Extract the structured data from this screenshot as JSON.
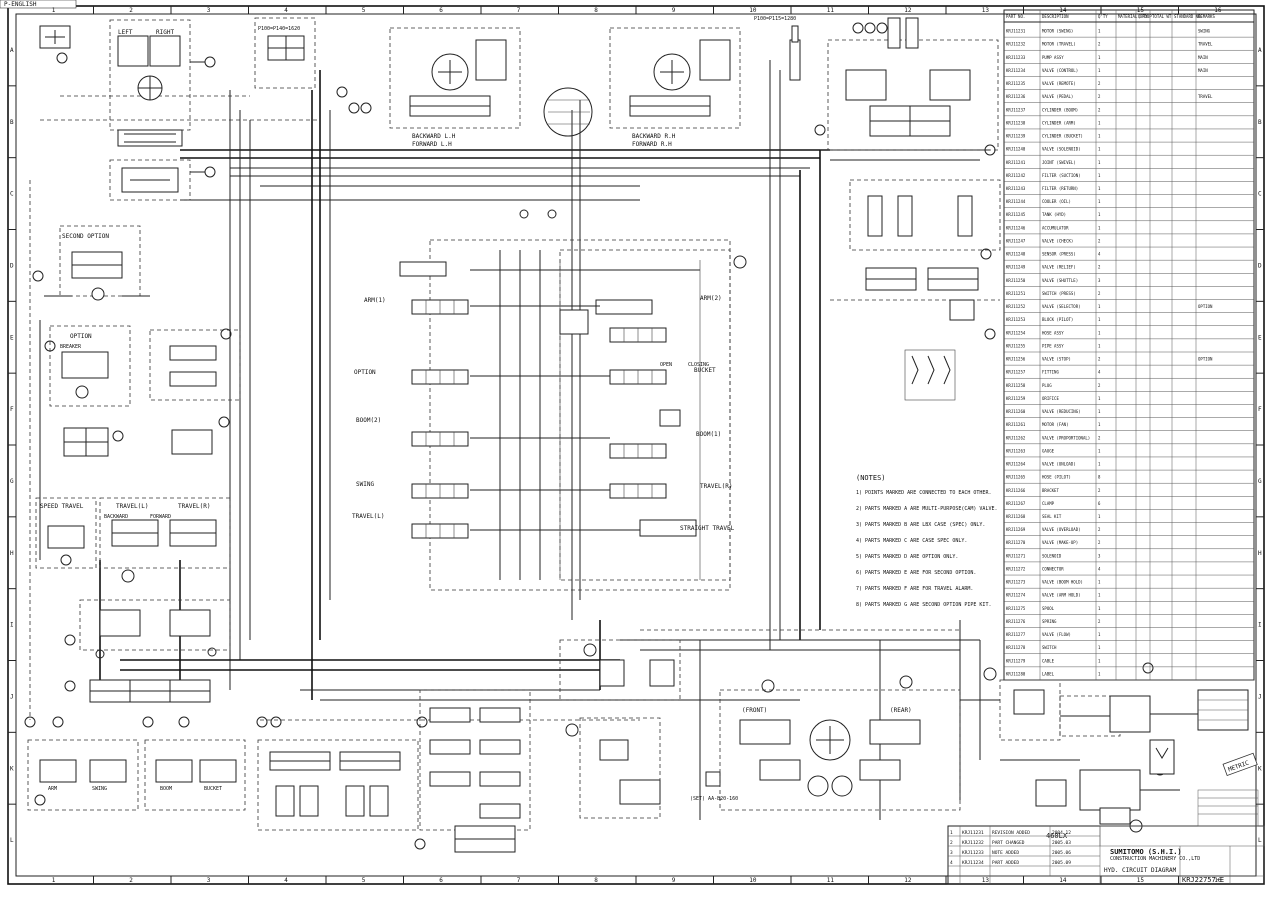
{
  "sheet": {
    "corner_code": "P-ENGLISH",
    "column_numbers": [
      "1",
      "2",
      "3",
      "4",
      "5",
      "6",
      "7",
      "8",
      "9",
      "10",
      "11",
      "12",
      "13",
      "14",
      "15",
      "16"
    ],
    "row_letters": [
      "A",
      "B",
      "C",
      "D",
      "E",
      "F",
      "G",
      "H",
      "I",
      "J",
      "K",
      "L"
    ]
  },
  "diagram": {
    "labels": {
      "left": "LEFT",
      "right": "RIGHT",
      "second_option": "SECOND OPTION",
      "option_top": "OPTION",
      "breaker": "BREAKER",
      "arm1": "ARM(1)",
      "arm2": "ARM(2)",
      "option": "OPTION",
      "boom2": "BOOM(2)",
      "swing": "SWING",
      "travel_l": "TRAVEL(L)",
      "bucket": "BUCKET",
      "closing": "CLOSING",
      "open": "OPEN",
      "boom1": "BOOM(1)",
      "travel_r": "TRAVEL(R)",
      "straight_travel": "STRAIGHT TRAVEL",
      "travel_l2": "TRAVEL(L)",
      "travel_r2": "TRAVEL(R)",
      "speed_travel": "SPEED TRAVEL",
      "backward": "BACKWARD",
      "forward": "FORWARD",
      "backward_lh": "BACKWARD L.H",
      "forward_lh": "FORWARD L.H",
      "backward_rh": "BACKWARD R.H",
      "forward_rh": "FORWARD R.H",
      "front": "(FRONT)",
      "rear": "(REAR)",
      "arm": "ARM",
      "swing_lk": "SWING",
      "boom": "BOOM",
      "bucket_lk": "BUCKET",
      "pump_spec": "(SET) AA-B20-160",
      "notes_title": "(NOTES)",
      "model": "460LX",
      "left_spec": "P100=P140=1620",
      "right_spec": "P100=P115=1280"
    },
    "notes": [
      "1) POINTS MARKED ARE CONNECTED TO EACH OTHER.",
      "2) PARTS MARKED A ARE MULTI-PURPOSE(CAM) VALVE.",
      "3) PARTS MARKED B ARE LBX CASE (SPEC) ONLY.",
      "4) PARTS MARKED C ARE CASE SPEC ONLY.",
      "5) PARTS MARKED D ARE OPTION ONLY.",
      "6) PARTS MARKED E ARE FOR SECOND OPTION.",
      "7) PARTS MARKED F ARE FOR TRAVEL ALARM.",
      "8) PARTS MARKED G ARE SECOND OPTION PIPE KIT."
    ]
  },
  "parts_table": {
    "headers": [
      "PART NO.",
      "DESCRIPTION",
      "Q'TY",
      "MATERIAL GROUP",
      "Q'TY",
      "TOTAL WT",
      "STANDARD NO.",
      "REMARKS"
    ],
    "rows": [
      [
        "KRJ11231",
        "MOTOR (SWING)",
        "1",
        "",
        "",
        "",
        "",
        "SWING"
      ],
      [
        "KRJ11232",
        "MOTOR (TRAVEL)",
        "2",
        "",
        "",
        "",
        "",
        "TRAVEL"
      ],
      [
        "KRJ11233",
        "PUMP ASSY",
        "1",
        "",
        "",
        "",
        "",
        "MAIN"
      ],
      [
        "KRJ11234",
        "VALVE (CONTROL)",
        "1",
        "",
        "",
        "",
        "",
        "MAIN"
      ],
      [
        "KRJ11235",
        "VALVE (REMOTE)",
        "2",
        "",
        "",
        "",
        "",
        ""
      ],
      [
        "KRJ11236",
        "VALVE (PEDAL)",
        "2",
        "",
        "",
        "",
        "",
        "TRAVEL"
      ],
      [
        "KRJ11237",
        "CYLINDER (BOOM)",
        "2",
        "",
        "",
        "",
        "",
        ""
      ],
      [
        "KRJ11238",
        "CYLINDER (ARM)",
        "1",
        "",
        "",
        "",
        "",
        ""
      ],
      [
        "KRJ11239",
        "CYLINDER (BUCKET)",
        "1",
        "",
        "",
        "",
        "",
        ""
      ],
      [
        "KRJ11240",
        "VALVE (SOLENOID)",
        "1",
        "",
        "",
        "",
        "",
        ""
      ],
      [
        "KRJ11241",
        "JOINT (SWIVEL)",
        "1",
        "",
        "",
        "",
        "",
        ""
      ],
      [
        "KRJ11242",
        "FILTER (SUCTION)",
        "1",
        "",
        "",
        "",
        "",
        ""
      ],
      [
        "KRJ11243",
        "FILTER (RETURN)",
        "1",
        "",
        "",
        "",
        "",
        ""
      ],
      [
        "KRJ11244",
        "COOLER (OIL)",
        "1",
        "",
        "",
        "",
        "",
        ""
      ],
      [
        "KRJ11245",
        "TANK (HYD)",
        "1",
        "",
        "",
        "",
        "",
        ""
      ],
      [
        "KRJ11246",
        "ACCUMULATOR",
        "1",
        "",
        "",
        "",
        "",
        ""
      ],
      [
        "KRJ11247",
        "VALVE (CHECK)",
        "2",
        "",
        "",
        "",
        "",
        ""
      ],
      [
        "KRJ11248",
        "SENSOR (PRESS)",
        "4",
        "",
        "",
        "",
        "",
        ""
      ],
      [
        "KRJ11249",
        "VALVE (RELIEF)",
        "2",
        "",
        "",
        "",
        "",
        ""
      ],
      [
        "KRJ11250",
        "VALVE (SHUTTLE)",
        "3",
        "",
        "",
        "",
        "",
        ""
      ],
      [
        "KRJ11251",
        "SWITCH (PRESS)",
        "2",
        "",
        "",
        "",
        "",
        ""
      ],
      [
        "KRJ11252",
        "VALVE (SELECTOR)",
        "1",
        "",
        "",
        "",
        "",
        "OPTION"
      ],
      [
        "KRJ11253",
        "BLOCK (PILOT)",
        "1",
        "",
        "",
        "",
        "",
        ""
      ],
      [
        "KRJ11254",
        "HOSE ASSY",
        "1",
        "",
        "",
        "",
        "",
        ""
      ],
      [
        "KRJ11255",
        "PIPE ASSY",
        "1",
        "",
        "",
        "",
        "",
        ""
      ],
      [
        "KRJ11256",
        "VALVE (STOP)",
        "2",
        "",
        "",
        "",
        "",
        "OPTION"
      ],
      [
        "KRJ11257",
        "FITTING",
        "4",
        "",
        "",
        "",
        "",
        ""
      ],
      [
        "KRJ11258",
        "PLUG",
        "2",
        "",
        "",
        "",
        "",
        ""
      ],
      [
        "KRJ11259",
        "ORIFICE",
        "1",
        "",
        "",
        "",
        "",
        ""
      ],
      [
        "KRJ11260",
        "VALVE (REDUCING)",
        "1",
        "",
        "",
        "",
        "",
        ""
      ],
      [
        "KRJ11261",
        "MOTOR (FAN)",
        "1",
        "",
        "",
        "",
        "",
        ""
      ],
      [
        "KRJ11262",
        "VALVE (PROPORTIONAL)",
        "2",
        "",
        "",
        "",
        "",
        ""
      ],
      [
        "KRJ11263",
        "GAUGE",
        "1",
        "",
        "",
        "",
        "",
        ""
      ],
      [
        "KRJ11264",
        "VALVE (UNLOAD)",
        "1",
        "",
        "",
        "",
        "",
        ""
      ],
      [
        "KRJ11265",
        "HOSE (PILOT)",
        "8",
        "",
        "",
        "",
        "",
        ""
      ],
      [
        "KRJ11266",
        "BRACKET",
        "2",
        "",
        "",
        "",
        "",
        ""
      ],
      [
        "KRJ11267",
        "CLAMP",
        "6",
        "",
        "",
        "",
        "",
        ""
      ],
      [
        "KRJ11268",
        "SEAL KIT",
        "1",
        "",
        "",
        "",
        "",
        ""
      ],
      [
        "KRJ11269",
        "VALVE (OVERLOAD)",
        "2",
        "",
        "",
        "",
        "",
        ""
      ],
      [
        "KRJ11270",
        "VALVE (MAKE-UP)",
        "2",
        "",
        "",
        "",
        "",
        ""
      ],
      [
        "KRJ11271",
        "SOLENOID",
        "3",
        "",
        "",
        "",
        "",
        ""
      ],
      [
        "KRJ11272",
        "CONNECTOR",
        "4",
        "",
        "",
        "",
        "",
        ""
      ],
      [
        "KRJ11273",
        "VALVE (BOOM HOLD)",
        "1",
        "",
        "",
        "",
        "",
        ""
      ],
      [
        "KRJ11274",
        "VALVE (ARM HOLD)",
        "1",
        "",
        "",
        "",
        "",
        ""
      ],
      [
        "KRJ11275",
        "SPOOL",
        "1",
        "",
        "",
        "",
        "",
        ""
      ],
      [
        "KRJ11276",
        "SPRING",
        "2",
        "",
        "",
        "",
        "",
        ""
      ],
      [
        "KRJ11277",
        "VALVE (FLOW)",
        "1",
        "",
        "",
        "",
        "",
        ""
      ],
      [
        "KRJ11278",
        "SWITCH",
        "1",
        "",
        "",
        "",
        "",
        ""
      ],
      [
        "KRJ11279",
        "CABLE",
        "1",
        "",
        "",
        "",
        "",
        ""
      ],
      [
        "KRJ11280",
        "LABEL",
        "1",
        "",
        "",
        "",
        "",
        ""
      ]
    ]
  },
  "title_block": {
    "company": "SUMITOMO (S.H.I.)",
    "company_sub": "CONSTRUCTION MACHINERY CO.,LTD",
    "title": "HYD. CIRCUIT DIAGRAM",
    "drawing_no": "KRJ22757-E",
    "stamp": "METRIC",
    "revisions": [
      [
        "1",
        "KRJ11231",
        "REVISION ADDED",
        "2004.12"
      ],
      [
        "2",
        "KRJ11232",
        "PART CHANGED",
        "2005.03"
      ],
      [
        "3",
        "KRJ11233",
        "NOTE ADDED",
        "2005.06"
      ],
      [
        "4",
        "KRJ11234",
        "PART ADDED",
        "2005.09"
      ]
    ]
  }
}
